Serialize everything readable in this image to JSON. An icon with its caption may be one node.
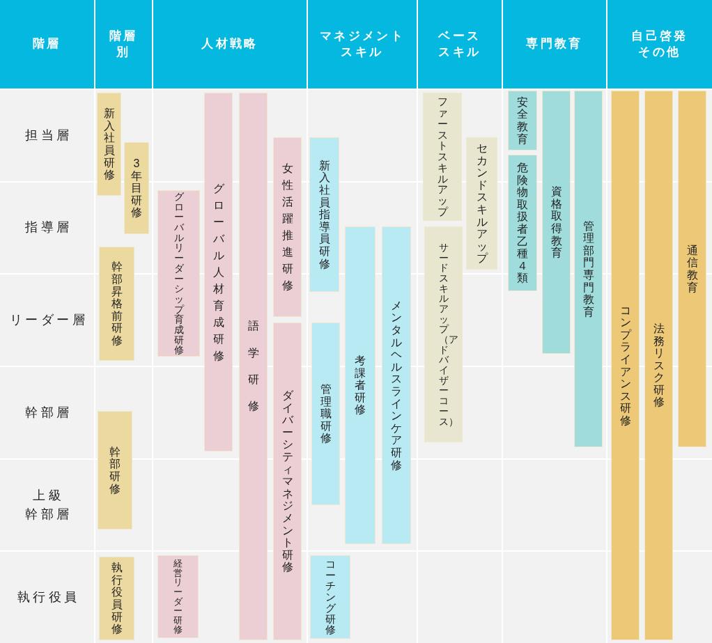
{
  "diagram": {
    "nodes": [
      {
        "text": [
          "階層"
        ]
      },
      {
        "text": [
          "階層別"
        ]
      },
      {
        "text": [
          "人材戦略"
        ]
      },
      {
        "text": [
          "マネジメントスキル"
        ]
      },
      {
        "text": [
          "ベーススキル"
        ]
      },
      {
        "text": [
          "専門教育"
        ]
      },
      {
        "text": [
          "自己啓発その他"
        ]
      },
      {
        "text": [
          "担当層"
        ]
      },
      {
        "text": [
          "指導層"
        ]
      },
      {
        "text": [
          "リーダー層"
        ]
      },
      {
        "text": [
          "幹部層"
        ]
      },
      {
        "text": [
          "上級",
          "幹部層"
        ]
      },
      {
        "text": [
          "執行役員"
        ]
      },
      {
        "text": [
          "新入社員研修"
        ]
      },
      {
        "text": [
          "3年目研修"
        ]
      },
      {
        "text": [
          "幹部昇格前研修"
        ]
      },
      {
        "text": [
          "幹部研修"
        ]
      },
      {
        "text": [
          "執行役員研修"
        ]
      },
      {
        "text": [
          "グローバルリーダーシップ育成研修"
        ]
      },
      {
        "text": [
          "グローバル人材育成研修"
        ]
      },
      {
        "text": [
          "語学研修"
        ]
      },
      {
        "text": [
          "女性活躍推進研修"
        ]
      },
      {
        "text": [
          "ダイバーシティマネジメント研修"
        ]
      },
      {
        "text": [
          "経営リーダー研修"
        ]
      },
      {
        "text": [
          "新入社員指導員研修"
        ]
      },
      {
        "text": [
          "管理職研修"
        ]
      },
      {
        "text": [
          "考課者研修"
        ]
      },
      {
        "text": [
          "メンタルヘルスラインケア研修"
        ]
      },
      {
        "text": [
          "コーチング研修"
        ]
      },
      {
        "text": [
          "ファーストスキルアップ"
        ]
      },
      {
        "text": [
          "セカンドスキルアップ"
        ]
      },
      {
        "text": [
          "サードスキルアップ（アドバイザーコース）"
        ]
      },
      {
        "text": [
          "安全教育"
        ]
      },
      {
        "text": [
          "危険物取扱者乙種４類"
        ]
      },
      {
        "text": [
          "資格取得教育"
        ]
      },
      {
        "text": [
          "管理部門専門教育"
        ]
      },
      {
        "text": [
          "コンプライアンス研修"
        ]
      },
      {
        "text": [
          "法務リスク研修"
        ]
      },
      {
        "text": [
          "通信教育"
        ]
      }
    ]
  }
}
